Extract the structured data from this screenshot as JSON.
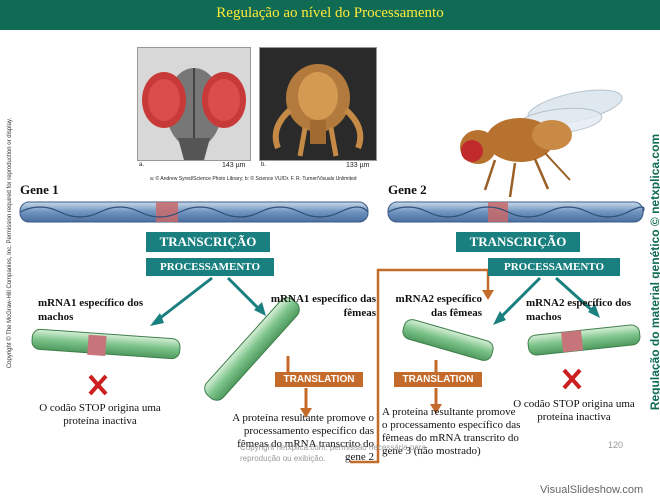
{
  "title": "Regulação ao nível do Processamento",
  "side_copyright": "Copyright © The McGraw-Hill Companies, Inc. Permission required for reproduction or display.",
  "side_brand": "Regulação do material genético © netxplica.com",
  "photos": {
    "label_a": "a.",
    "label_b": "b.",
    "scale_a": "143 µm",
    "scale_b": "133 µm",
    "credit": "a: © Andrew Syred/Science Photo Library; b: © Science VU/Dr. F. R. Turner/Visuals Unlimited"
  },
  "gene1": {
    "label": "Gene 1",
    "transcription": "TRANSCRIÇÃO",
    "processing": "PROCESSAMENTO",
    "male_mrna": "mRNA1 específico dos machos",
    "female_mrna": "mRNA1 específico das fêmeas",
    "stop_text": "O codão STOP origina uma proteína inactiva",
    "translation": "TRANSLATION",
    "protein_text": "A proteína resultante promove o processamento específico das fêmeas do mRNA transcrito do gene 2"
  },
  "gene2": {
    "label": "Gene 2",
    "transcription": "TRANSCRIÇÃO",
    "processing": "PROCESSAMENTO",
    "female_mrna": "mRNA2 específico das fêmeas",
    "male_mrna": "mRNA2 específico dos machos",
    "stop_text": "O codão STOP origina uma proteína inactiva",
    "translation": "TRANSLATION",
    "protein_text": "A proteína resultante promove o processamento específico das fêmeas do mRNA transcrito do gene 3 (não mostrado)"
  },
  "footer": {
    "copyright": "Copyright netxplica.com: permissão necessária para reprodução ou exibição.",
    "page": "120",
    "watermark": "VisualSlideshow.com"
  },
  "colors": {
    "title_bg": "#0f6b53",
    "title_text": "#ffea3a",
    "teal": "#1a7f7f",
    "orange": "#c46a2a",
    "stop_red": "#cc1f1f"
  }
}
